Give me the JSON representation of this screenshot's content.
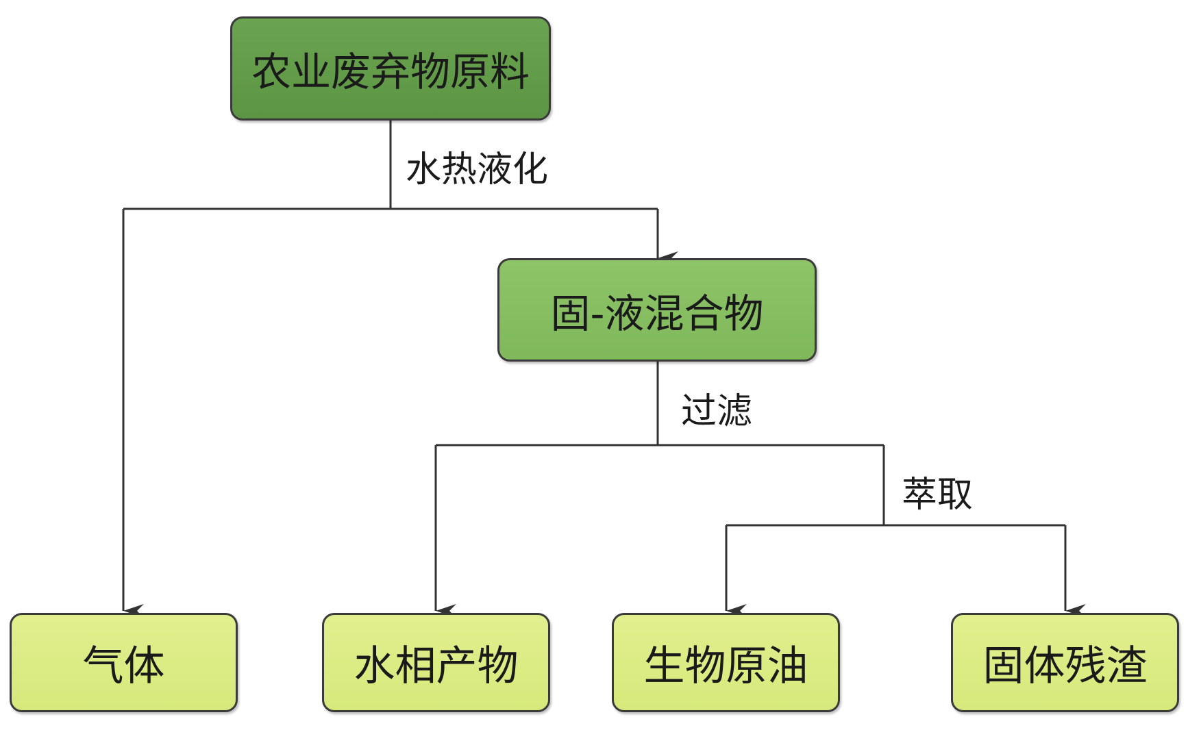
{
  "nodes": {
    "raw_material": "农业废弃物原料",
    "solid_liquid_mixture": "固-液混合物",
    "gas": "气体",
    "aqueous_product": "水相产物",
    "bio_crude_oil": "生物原油",
    "solid_residue": "固体残渣"
  },
  "edges": {
    "hydrothermal_liquefaction": "水热液化",
    "filtration": "过滤",
    "extraction": "萃取"
  },
  "colors": {
    "top_node": "#5f9a47",
    "middle_node": "#84bc5d",
    "leaf_node": "#dcec84",
    "line": "#333333"
  }
}
